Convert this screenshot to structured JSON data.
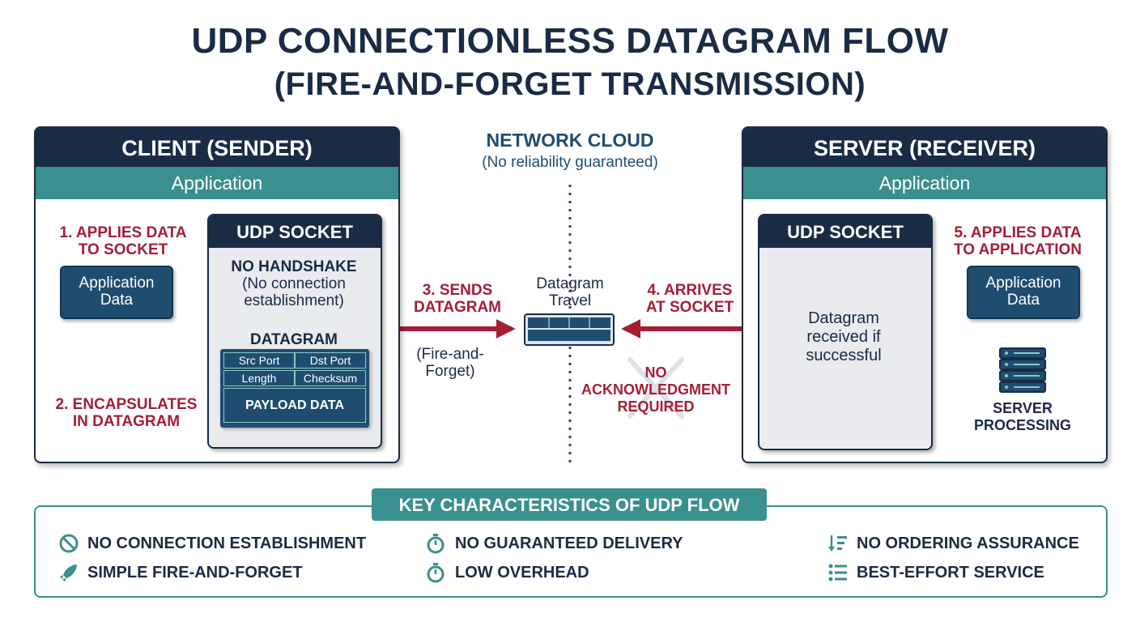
{
  "title": {
    "line1": "UDP CONNECTIONLESS DATAGRAM FLOW",
    "line2": "(FIRE-AND-FORGET TRANSMISSION)"
  },
  "client": {
    "header": "CLIENT (SENDER)",
    "application": "Application",
    "step1": [
      "1. APPLIES DATA",
      "TO SOCKET"
    ],
    "app_data": [
      "Application",
      "Data"
    ],
    "step2": [
      "2. ENCAPSULATES",
      "IN DATAGRAM"
    ],
    "socket": {
      "header": "UDP SOCKET",
      "no_handshake": "NO HANDSHAKE",
      "no_handshake_note": [
        "(No connection",
        "establishment)"
      ],
      "datagram_label": "DATAGRAM",
      "fields": {
        "src_port": "Src Port",
        "dst_port": "Dst Port",
        "length": "Length",
        "checksum": "Checksum",
        "payload": "PAYLOAD DATA"
      }
    }
  },
  "network": {
    "header": "NETWORK CLOUD",
    "subheader": "(No reliability guaranteed)",
    "step3": [
      "3. SENDS",
      "DATAGRAM"
    ],
    "fire_forget": [
      "(Fire-and-",
      "Forget)"
    ],
    "datagram_travel": [
      "Datagram",
      "Travel"
    ],
    "step4": [
      "4. ARRIVES",
      "AT SOCKET"
    ],
    "no_ack": [
      "NO",
      "ACKNOWLEDGMENT",
      "REQUIRED"
    ]
  },
  "server": {
    "header": "SERVER (RECEIVER)",
    "application": "Application",
    "socket": {
      "header": "UDP SOCKET",
      "received": [
        "Datagram",
        "received if",
        "successful"
      ]
    },
    "step5": [
      "5. APPLIES DATA",
      "TO APPLICATION"
    ],
    "app_data": [
      "Application",
      "Data"
    ],
    "processing": [
      "SERVER",
      "PROCESSING"
    ]
  },
  "key": {
    "header": "KEY CHARACTERISTICS OF UDP FLOW",
    "items": [
      {
        "label": "NO CONNECTION ESTABLISHMENT",
        "icon": "prohibited-icon"
      },
      {
        "label": "SIMPLE FIRE-AND-FORGET",
        "icon": "rocket-icon"
      },
      {
        "label": "NO GUARANTEED DELIVERY",
        "icon": "stopwatch-icon"
      },
      {
        "label": "LOW OVERHEAD",
        "icon": "stopwatch-icon"
      },
      {
        "label": "NO ORDERING ASSURANCE",
        "icon": "sort-icon"
      },
      {
        "label": "BEST-EFFORT SERVICE",
        "icon": "list-icon"
      }
    ]
  },
  "colors": {
    "navy": "#1a2b45",
    "teal": "#3a8f8f",
    "crimson": "#a51d36",
    "box_blue": "#1f4d70"
  }
}
